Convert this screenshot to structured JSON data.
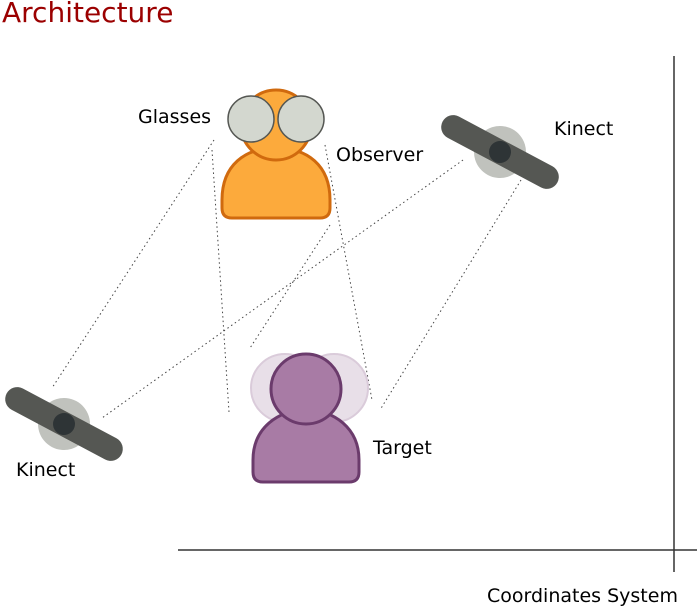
{
  "title": "Architecture",
  "labels": {
    "glasses": "Glasses",
    "observer": "Observer",
    "kinect_right": "Kinect",
    "kinect_left": "Kinect",
    "target": "Target",
    "coordinates": "Coordinates System"
  },
  "colors": {
    "title": "#9b0000",
    "observer_fill": "#fcaa3c",
    "observer_stroke": "#d06a0e",
    "target_fill": "#a87ba5",
    "target_stroke": "#6b3b6c",
    "target_ghost": "#e6dce6",
    "glasses_fill": "#d3d7cf",
    "kinect_body": "#555753",
    "kinect_lens_ring": "#c0c2bd",
    "kinect_lens": "#2e3436"
  },
  "icons": [
    "observer-person-icon",
    "glasses-icon",
    "kinect-icon",
    "target-person-icon"
  ]
}
